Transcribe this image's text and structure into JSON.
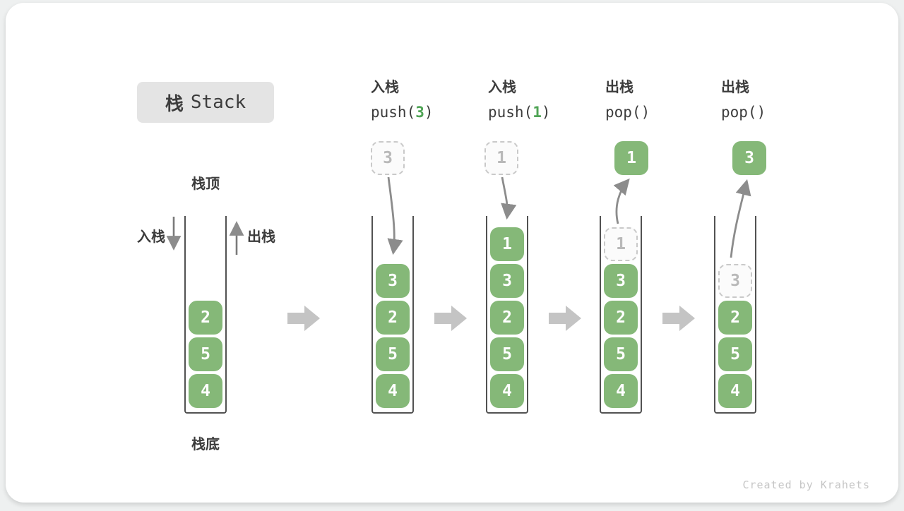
{
  "title": {
    "zh": "栈",
    "en": "Stack"
  },
  "colors": {
    "block_green": "#85b878",
    "code_arg_green": "#4fa455",
    "text_ink": "#3c3c3c",
    "big_arrow_gray": "#c4c4c4",
    "curve_arrow_gray": "#8c8c8c"
  },
  "operations": [
    {
      "name": "入栈",
      "code_prefix": "push(",
      "code_arg": "3",
      "code_suffix": ")"
    },
    {
      "name": "入栈",
      "code_prefix": "push(",
      "code_arg": "1",
      "code_suffix": ")"
    },
    {
      "name": "出栈",
      "code_prefix": "pop(",
      "code_arg": "",
      "code_suffix": ")"
    },
    {
      "name": "出栈",
      "code_prefix": "pop(",
      "code_arg": "",
      "code_suffix": ")"
    }
  ],
  "stack_labels": {
    "top": "栈顶",
    "bottom": "栈底",
    "push_side": "入栈",
    "pop_side": "出栈"
  },
  "stacks": [
    {
      "blocks": [
        "2",
        "5",
        "4"
      ],
      "ghost": null,
      "floating": null
    },
    {
      "blocks": [
        "3",
        "2",
        "5",
        "4"
      ],
      "ghost": null,
      "floating": {
        "value": "3",
        "style": "dashed"
      }
    },
    {
      "blocks": [
        "1",
        "3",
        "2",
        "5",
        "4"
      ],
      "ghost": null,
      "floating": {
        "value": "1",
        "style": "dashed"
      }
    },
    {
      "blocks": [
        "3",
        "2",
        "5",
        "4"
      ],
      "ghost": "1",
      "floating": {
        "value": "1",
        "style": "solid"
      }
    },
    {
      "blocks": [
        "2",
        "5",
        "4"
      ],
      "ghost": "3",
      "floating": {
        "value": "3",
        "style": "solid"
      }
    }
  ],
  "watermark": "Created by Krahets"
}
